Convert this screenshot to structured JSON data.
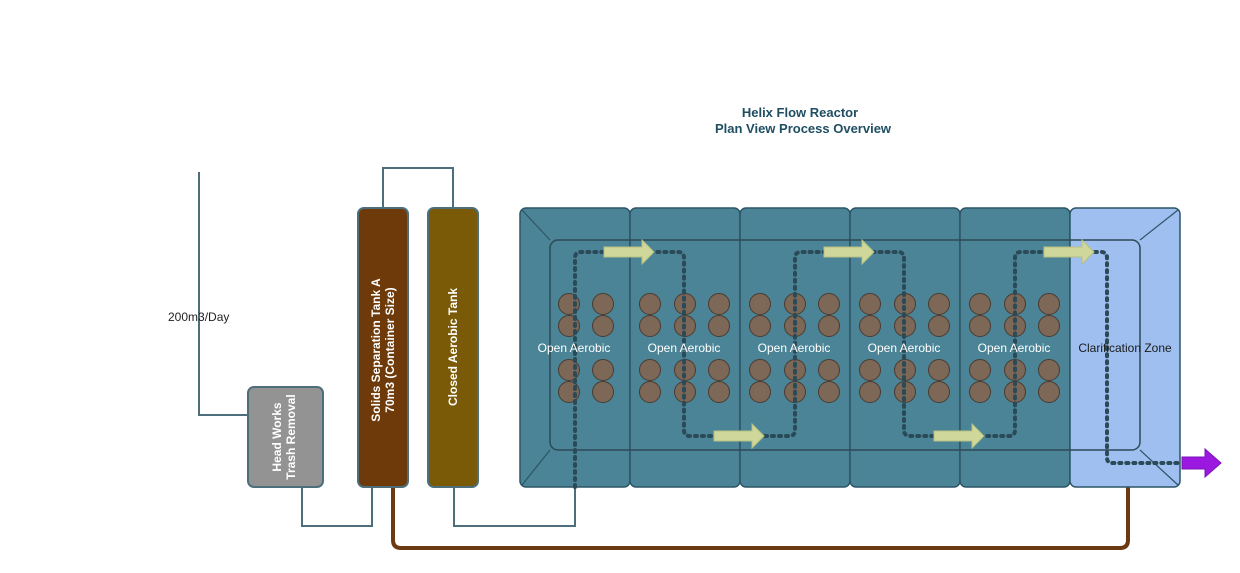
{
  "title": {
    "line1": "Helix Flow Reactor",
    "line2": "Plan View Process Overview"
  },
  "inflow": {
    "label": "200m3/Day"
  },
  "head_works": {
    "line1": "Head Works",
    "line2": "Trash Removal"
  },
  "solids_tank": {
    "line1": "Solids Separation Tank A",
    "line2": "70m3 (Container Size)"
  },
  "closed_tank": {
    "label": "Closed Aerobic Tank"
  },
  "aerobic_zones": [
    {
      "label": "Open Aerobic"
    },
    {
      "label": "Open Aerobic"
    },
    {
      "label": "Open Aerobic"
    },
    {
      "label": "Open Aerobic"
    },
    {
      "label": "Open Aerobic"
    }
  ],
  "clarification": {
    "label": "Clarification Zone"
  },
  "colors": {
    "pipe": "#4d6f7c",
    "return_pipe": "#6b3a12",
    "head_works": "#939393",
    "solids_tank": "#6e3a0a",
    "closed_tank": "#7a5a06",
    "aerobic": "#4a8496",
    "clarifier": "#9fbff0",
    "diffuser": "#7d6757",
    "flow_arrow": "#cfd89a",
    "outlet_arrow": "#9a18e0",
    "dotted_path": "#2b4a58"
  }
}
